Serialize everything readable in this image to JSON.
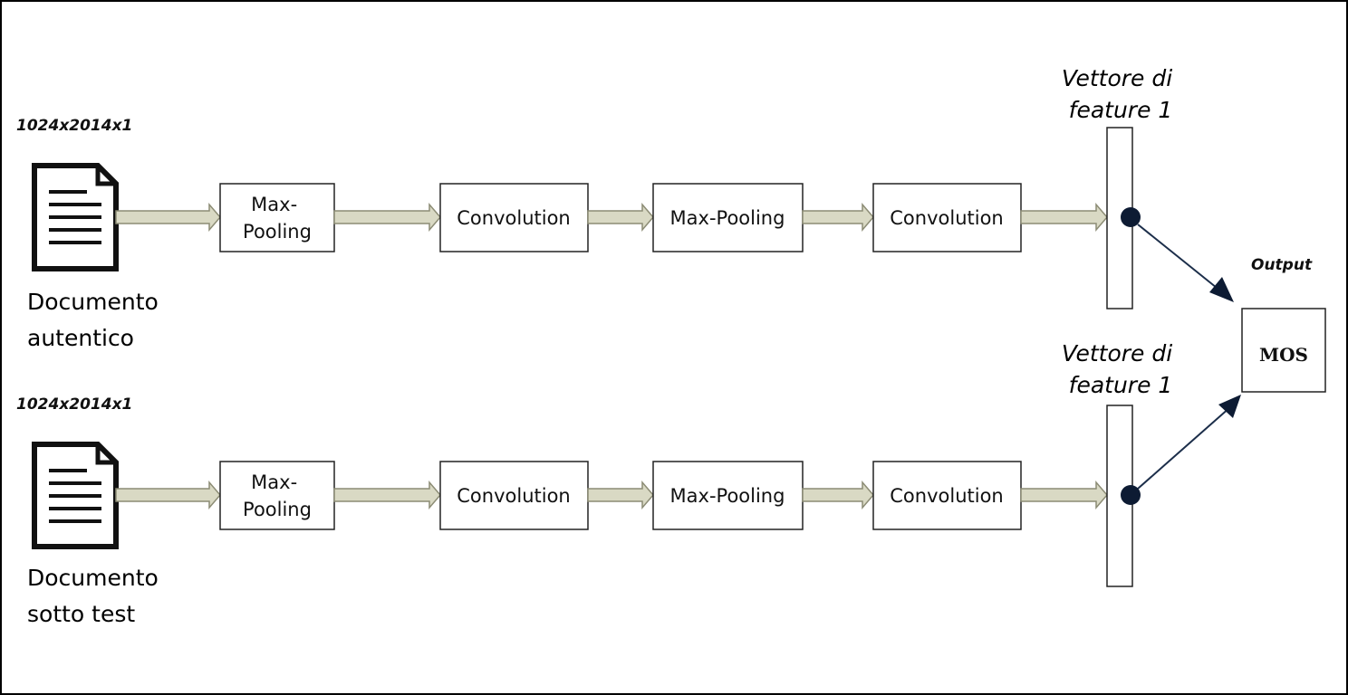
{
  "colors": {
    "arrow_fill": "#d9d9c4",
    "arrow_stroke": "#8c8c75",
    "edge_dark": "#1c2e4a",
    "border": "#000000"
  },
  "rows": [
    {
      "dim_label": "1024x2014x1",
      "doc_label": [
        "Documento",
        "autentico"
      ],
      "blocks": [
        [
          "Max-",
          "Pooling"
        ],
        [
          "Convolution"
        ],
        [
          "Max-Pooling"
        ],
        [
          "Convolution"
        ]
      ],
      "feature_label": [
        "Vettore di",
        "feature 1"
      ]
    },
    {
      "dim_label": "1024x2014x1",
      "doc_label": [
        "Documento",
        "sotto test"
      ],
      "blocks": [
        [
          "Max-",
          "Pooling"
        ],
        [
          "Convolution"
        ],
        [
          "Max-Pooling"
        ],
        [
          "Convolution"
        ]
      ],
      "feature_label": [
        "Vettore di",
        "feature 1"
      ]
    }
  ],
  "output": {
    "label": "Output",
    "box_label": "MOS"
  }
}
